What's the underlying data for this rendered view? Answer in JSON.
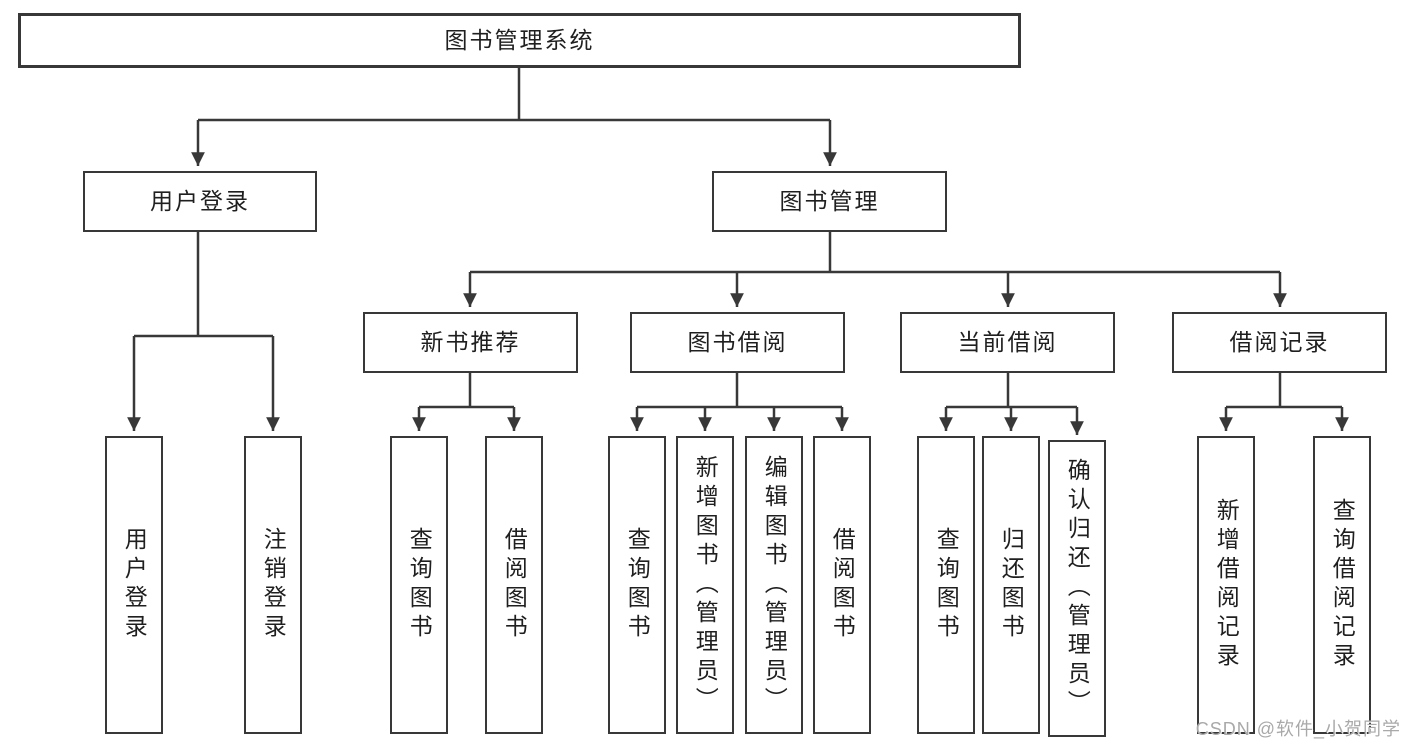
{
  "colors": {
    "line": "#383838",
    "box_border": "#383838",
    "text": "#1f1f1f",
    "watermark": "#a9a9a9",
    "background": "#ffffff"
  },
  "root": {
    "label": "图书管理系统"
  },
  "level2": [
    {
      "label": "用户登录"
    },
    {
      "label": "图书管理"
    }
  ],
  "level3": [
    {
      "label": "新书推荐"
    },
    {
      "label": "图书借阅"
    },
    {
      "label": "当前借阅"
    },
    {
      "label": "借阅记录"
    }
  ],
  "leaves": [
    {
      "label": "用户登录"
    },
    {
      "label": "注销登录"
    },
    {
      "label": "查询图书"
    },
    {
      "label": "借阅图书"
    },
    {
      "label": "查询图书"
    },
    {
      "label": "新增图书（管理员）"
    },
    {
      "label": "编辑图书（管理员）"
    },
    {
      "label": "借阅图书"
    },
    {
      "label": "查询图书"
    },
    {
      "label": "归还图书"
    },
    {
      "label": "确认归还（管理员）"
    },
    {
      "label": "新增借阅记录"
    },
    {
      "label": "查询借阅记录"
    }
  ],
  "watermark": {
    "text": "CSDN @软件_小贺同学"
  }
}
